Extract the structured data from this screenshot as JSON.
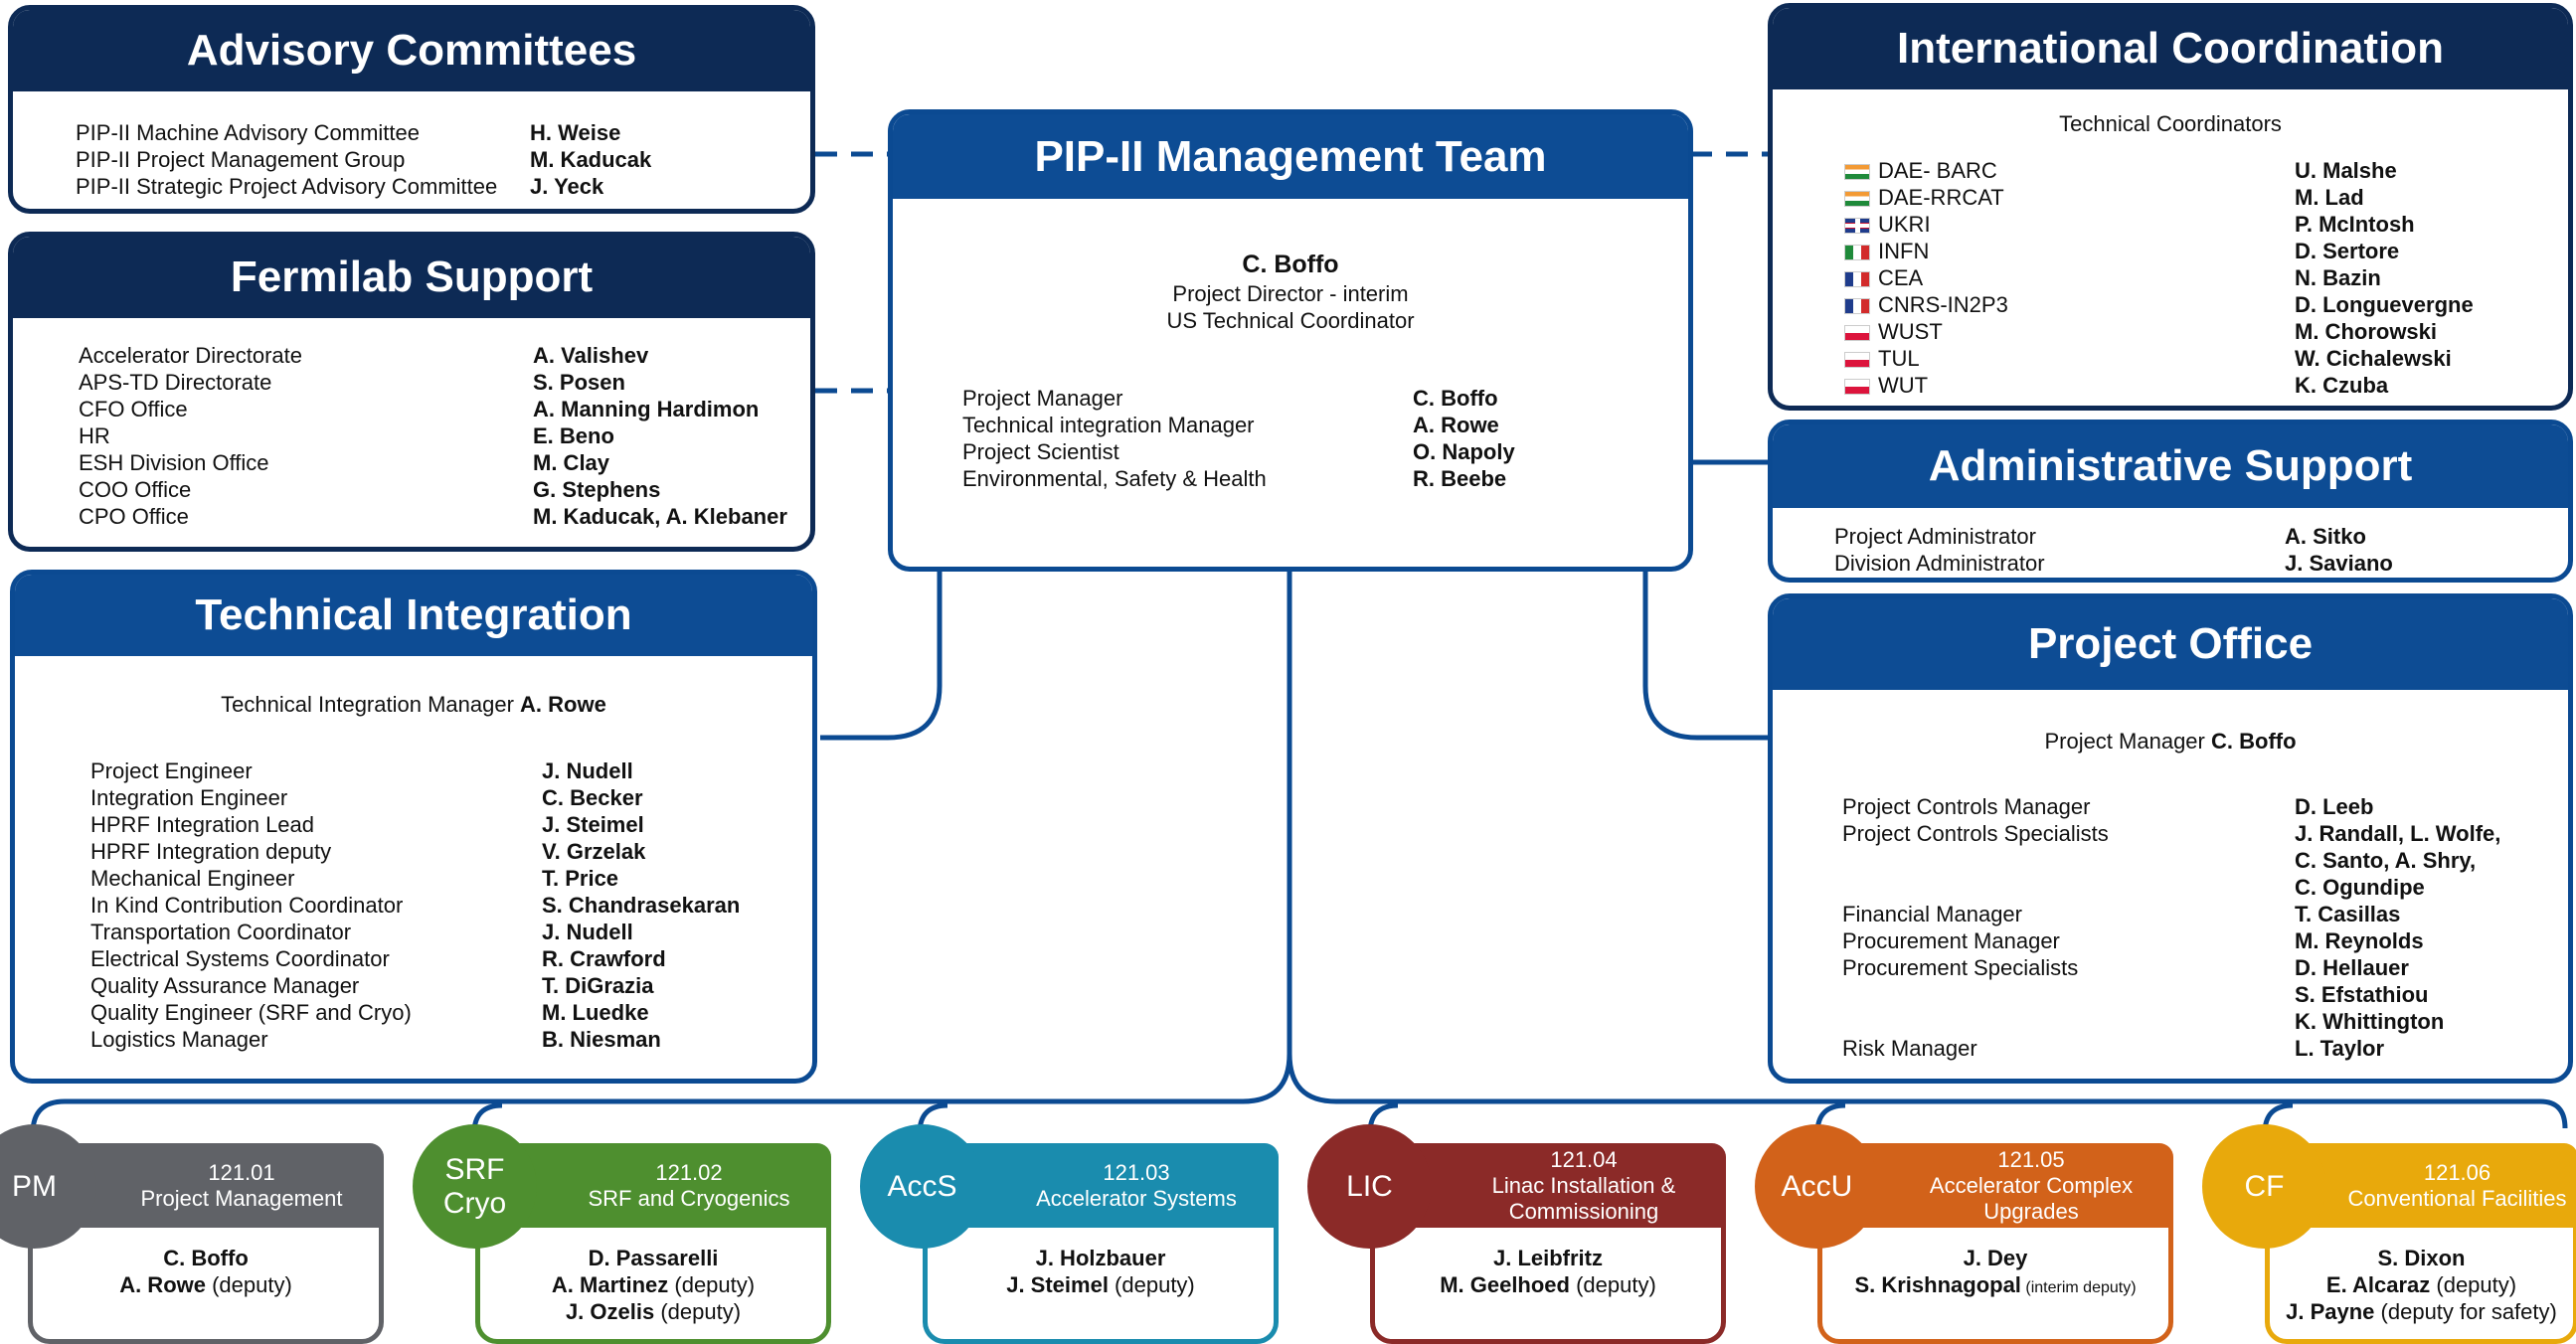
{
  "advisory": {
    "title": "Advisory Committees",
    "rows": [
      {
        "label": "PIP-II Machine Advisory Committee",
        "name": "H. Weise"
      },
      {
        "label": "PIP-II Project Management Group",
        "name": "M. Kaducak"
      },
      {
        "label": "PIP-II Strategic Project Advisory Committee",
        "name": "J. Yeck"
      }
    ]
  },
  "fermilab": {
    "title": "Fermilab Support",
    "rows": [
      {
        "label": "Accelerator Directorate",
        "name": "A. Valishev"
      },
      {
        "label": "APS-TD Directorate",
        "name": "S. Posen"
      },
      {
        "label": "CFO Office",
        "name": "A. Manning Hardimon"
      },
      {
        "label": "HR",
        "name": "E. Beno"
      },
      {
        "label": "ESH Division Office",
        "name": "M. Clay"
      },
      {
        "label": "COO Office",
        "name": "G. Stephens"
      },
      {
        "label": "CPO Office",
        "name": "M. Kaducak, A. Klebaner"
      }
    ]
  },
  "technical": {
    "title": "Technical Integration",
    "manager_label": "Technical Integration Manager",
    "manager_name": "A. Rowe",
    "rows": [
      {
        "label": "Project Engineer",
        "name": "J. Nudell"
      },
      {
        "label": "Integration Engineer",
        "name": "C. Becker"
      },
      {
        "label": "HPRF Integration Lead",
        "name": "J. Steimel"
      },
      {
        "label": "HPRF Integration deputy",
        "name": "V. Grzelak"
      },
      {
        "label": "Mechanical Engineer",
        "name": "T. Price"
      },
      {
        "label": "In Kind Contribution Coordinator",
        "name": "S. Chandrasekaran"
      },
      {
        "label": "Transportation Coordinator",
        "name": "J. Nudell"
      },
      {
        "label": "Electrical Systems Coordinator",
        "name": "R. Crawford"
      },
      {
        "label": "Quality Assurance Manager",
        "name": "T. DiGrazia"
      },
      {
        "label": "Quality Engineer (SRF and Cryo)",
        "name": "M. Luedke"
      },
      {
        "label": "Logistics Manager",
        "name": "B. Niesman"
      }
    ]
  },
  "management": {
    "title": "PIP-II Management Team",
    "director_name": "C. Boffo",
    "director_role1": "Project Director - interim",
    "director_role2": "US Technical Coordinator",
    "rows": [
      {
        "label": "Project Manager",
        "name": "C. Boffo"
      },
      {
        "label": "Technical integration Manager",
        "name": "A. Rowe"
      },
      {
        "label": "Project Scientist",
        "name": "O. Napoly"
      },
      {
        "label": "Environmental, Safety & Health",
        "name": "R. Beebe"
      }
    ]
  },
  "international": {
    "title": "International Coordination",
    "subtitle": "Technical Coordinators",
    "rows": [
      {
        "label": "DAE- BARC",
        "name": "U. Malshe",
        "flag": "india-flag-icon"
      },
      {
        "label": "DAE-RRCAT",
        "name": "M. Lad",
        "flag": "india-flag-icon"
      },
      {
        "label": "UKRI",
        "name": "P. McIntosh",
        "flag": "uk-flag-icon"
      },
      {
        "label": "INFN",
        "name": "D. Sertore",
        "flag": "italy-flag-icon"
      },
      {
        "label": "CEA",
        "name": "N. Bazin",
        "flag": "france-flag-icon"
      },
      {
        "label": "CNRS-IN2P3",
        "name": "D. Longuevergne",
        "flag": "france-flag-icon"
      },
      {
        "label": "WUST",
        "name": "M. Chorowski",
        "flag": "poland-flag-icon"
      },
      {
        "label": "TUL",
        "name": "W. Cichalewski",
        "flag": "poland-flag-icon"
      },
      {
        "label": "WUT",
        "name": "K. Czuba",
        "flag": "poland-flag-icon"
      }
    ]
  },
  "admin": {
    "title": "Administrative Support",
    "rows": [
      {
        "label": "Project Administrator",
        "name": "A. Sitko"
      },
      {
        "label": "Division Administrator",
        "name": "J. Saviano"
      }
    ]
  },
  "office": {
    "title": "Project Office",
    "manager_label": "Project Manager",
    "manager_name": "C. Boffo",
    "rows": [
      {
        "label": "Project Controls Manager",
        "name": "D. Leeb"
      },
      {
        "label": "Project Controls Specialists",
        "name": "J. Randall, L. Wolfe,"
      },
      {
        "label": "",
        "name": "C. Santo, A. Shry,"
      },
      {
        "label": "",
        "name": "C. Ogundipe"
      },
      {
        "label": "Financial Manager",
        "name": "T. Casillas"
      },
      {
        "label": "Procurement Manager",
        "name": "M. Reynolds"
      },
      {
        "label": "Procurement Specialists",
        "name": "D. Hellauer"
      },
      {
        "label": "",
        "name": "S. Efstathiou"
      },
      {
        "label": "",
        "name": "K. Whittington"
      },
      {
        "label": "Risk Manager",
        "name": "L. Taylor"
      }
    ]
  },
  "wbs": [
    {
      "abbr": "PM",
      "number": "121.01",
      "name": "Project Management",
      "color": "#606267",
      "people": [
        {
          "n": "C. Boffo",
          "s": ""
        },
        {
          "n": "A. Rowe",
          "s": " (deputy)"
        }
      ]
    },
    {
      "abbr": "SRF Cryo",
      "number": "121.02",
      "name": "SRF and Cryogenics",
      "color": "#4e8f2f",
      "people": [
        {
          "n": "D. Passarelli",
          "s": ""
        },
        {
          "n": "A. Martinez",
          "s": " (deputy)"
        },
        {
          "n": "J. Ozelis",
          "s": " (deputy)"
        }
      ]
    },
    {
      "abbr": "AccS",
      "number": "121.03",
      "name": "Accelerator Systems",
      "color": "#1a8cae",
      "people": [
        {
          "n": "J. Holzbauer",
          "s": ""
        },
        {
          "n": "J. Steimel",
          "s": " (deputy)"
        }
      ]
    },
    {
      "abbr": "LIC",
      "number": "121.04",
      "name": "Linac Installation & Commissioning",
      "color": "#8b2a28",
      "people": [
        {
          "n": "J. Leibfritz",
          "s": ""
        },
        {
          "n": "M. Geelhoed",
          "s": " (deputy)"
        }
      ]
    },
    {
      "abbr": "AccU",
      "number": "121.05",
      "name": "Accelerator Complex Upgrades",
      "color": "#d2621a",
      "people": [
        {
          "n": "J. Dey",
          "s": ""
        },
        {
          "n": "S. Krishnagopal",
          "s": " (interim deputy)"
        }
      ]
    },
    {
      "abbr": "CF",
      "number": "121.06",
      "name": "Conventional Facilities",
      "color": "#e8a90c",
      "people": [
        {
          "n": "S. Dixon",
          "s": ""
        },
        {
          "n": "E. Alcaraz",
          "s": " (deputy)"
        },
        {
          "n": "J. Payne",
          "s": " (deputy for safety)"
        }
      ]
    }
  ]
}
